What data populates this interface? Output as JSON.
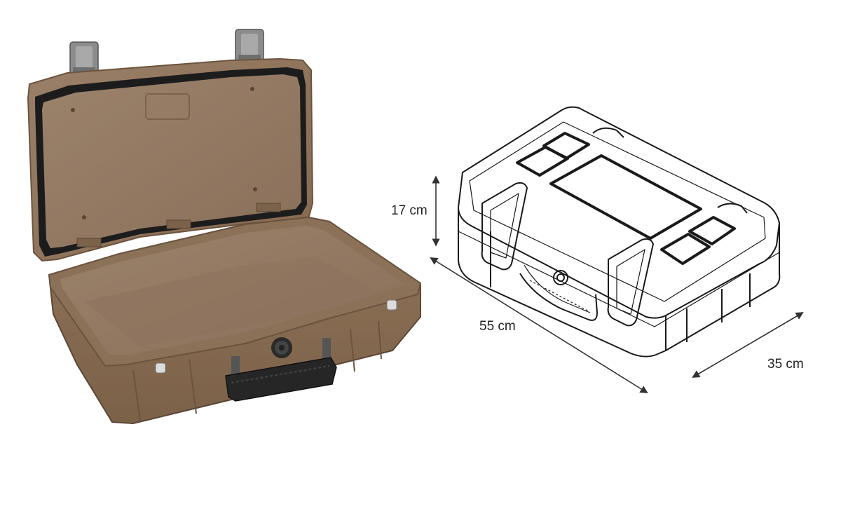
{
  "dimensions": {
    "height": "17 cm",
    "length": "55 cm",
    "width": "35 cm"
  },
  "colors": {
    "case_body": "#8b7158",
    "case_interior": "#917862",
    "case_rim": "#7a624b",
    "gasket": "#1c1c1c",
    "handle": "#262626",
    "latch": "#8c8c8c",
    "line_art": "#1a1a1a",
    "dimension_line": "#333333"
  },
  "icons": {
    "open_case": "open-protective-case-photo",
    "line_drawing": "closed-case-line-drawing"
  }
}
